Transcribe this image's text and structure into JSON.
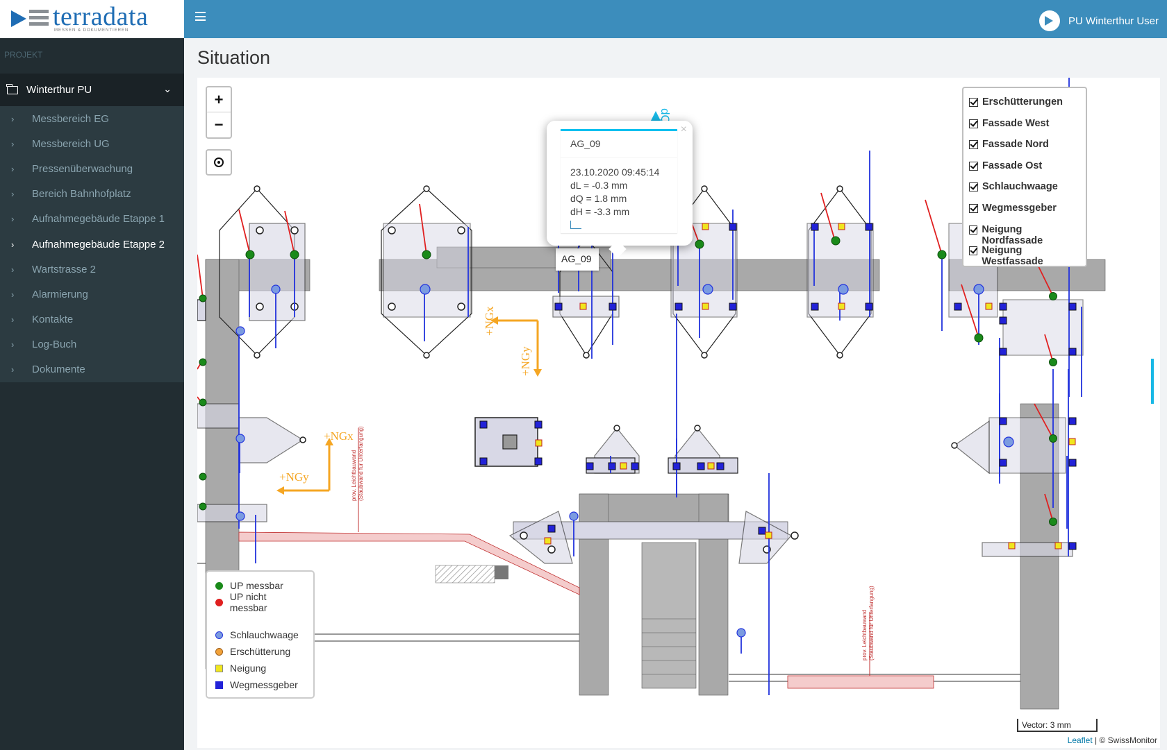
{
  "brand": {
    "name": "terradata",
    "tagline": "MESSEN & DOKUMENTIEREN"
  },
  "header": {
    "user": "PU Winterthur User"
  },
  "sidebar": {
    "section": "PROJEKT",
    "project": "Winterthur PU",
    "items": [
      {
        "label": "Messbereich EG"
      },
      {
        "label": "Messbereich UG"
      },
      {
        "label": "Pressenüberwachung"
      },
      {
        "label": "Bereich Bahnhofplatz"
      },
      {
        "label": "Aufnahmegebäude Etappe 1"
      },
      {
        "label": "Aufnahmegebäude Etappe 2",
        "active": true
      },
      {
        "label": "Wartstrasse 2"
      },
      {
        "label": "Alarmierung"
      },
      {
        "label": "Kontakte"
      },
      {
        "label": "Log-Buch"
      },
      {
        "label": "Dokumente"
      }
    ]
  },
  "page": {
    "title": "Situation"
  },
  "map": {
    "zoom_in": "+",
    "zoom_out": "−",
    "popup": {
      "id": "AG_09",
      "timestamp": "23.10.2020 09:45:14",
      "dL": "dL = -0.3 mm",
      "dQ": "dQ = 1.8 mm",
      "dH": "dH = -3.3 mm",
      "close": "×"
    },
    "marker_label": "AG_09",
    "layers": [
      "Erschütterungen",
      "Fassade West",
      "Fassade Nord",
      "Fassade Ost",
      "Schlauchwaage",
      "Wegmessgeber",
      "Neigung Nordfassade",
      "Neigung Westfassade"
    ],
    "legend": [
      {
        "label": "UP messbar",
        "color": "#1a8a1a",
        "shape": "circle"
      },
      {
        "label": "UP nicht messbar",
        "color": "#e02020",
        "shape": "circle"
      },
      {
        "label": "Schlauchwaage",
        "color": "#7b9be0",
        "shape": "circle"
      },
      {
        "label": "Erschütterung",
        "color": "#f2a23a",
        "shape": "circle"
      },
      {
        "label": "Neigung",
        "color": "#f0e61e",
        "shape": "square"
      },
      {
        "label": "Wegmessgeber",
        "color": "#2222d8",
        "shape": "square"
      }
    ],
    "annotations": {
      "ngx1": "+NGx",
      "ngy1": "+NGy",
      "ngx2": "+NGx",
      "ngy2": "+NGy",
      "dq": "dQ",
      "wall1": "prov. Leichtbauwand",
      "wall2": "(Staubwand für Unterfangung)"
    },
    "scale": "Vector: 3 mm",
    "attribution": {
      "link": "Leaflet",
      "text": "| © SwissMonitor"
    }
  }
}
